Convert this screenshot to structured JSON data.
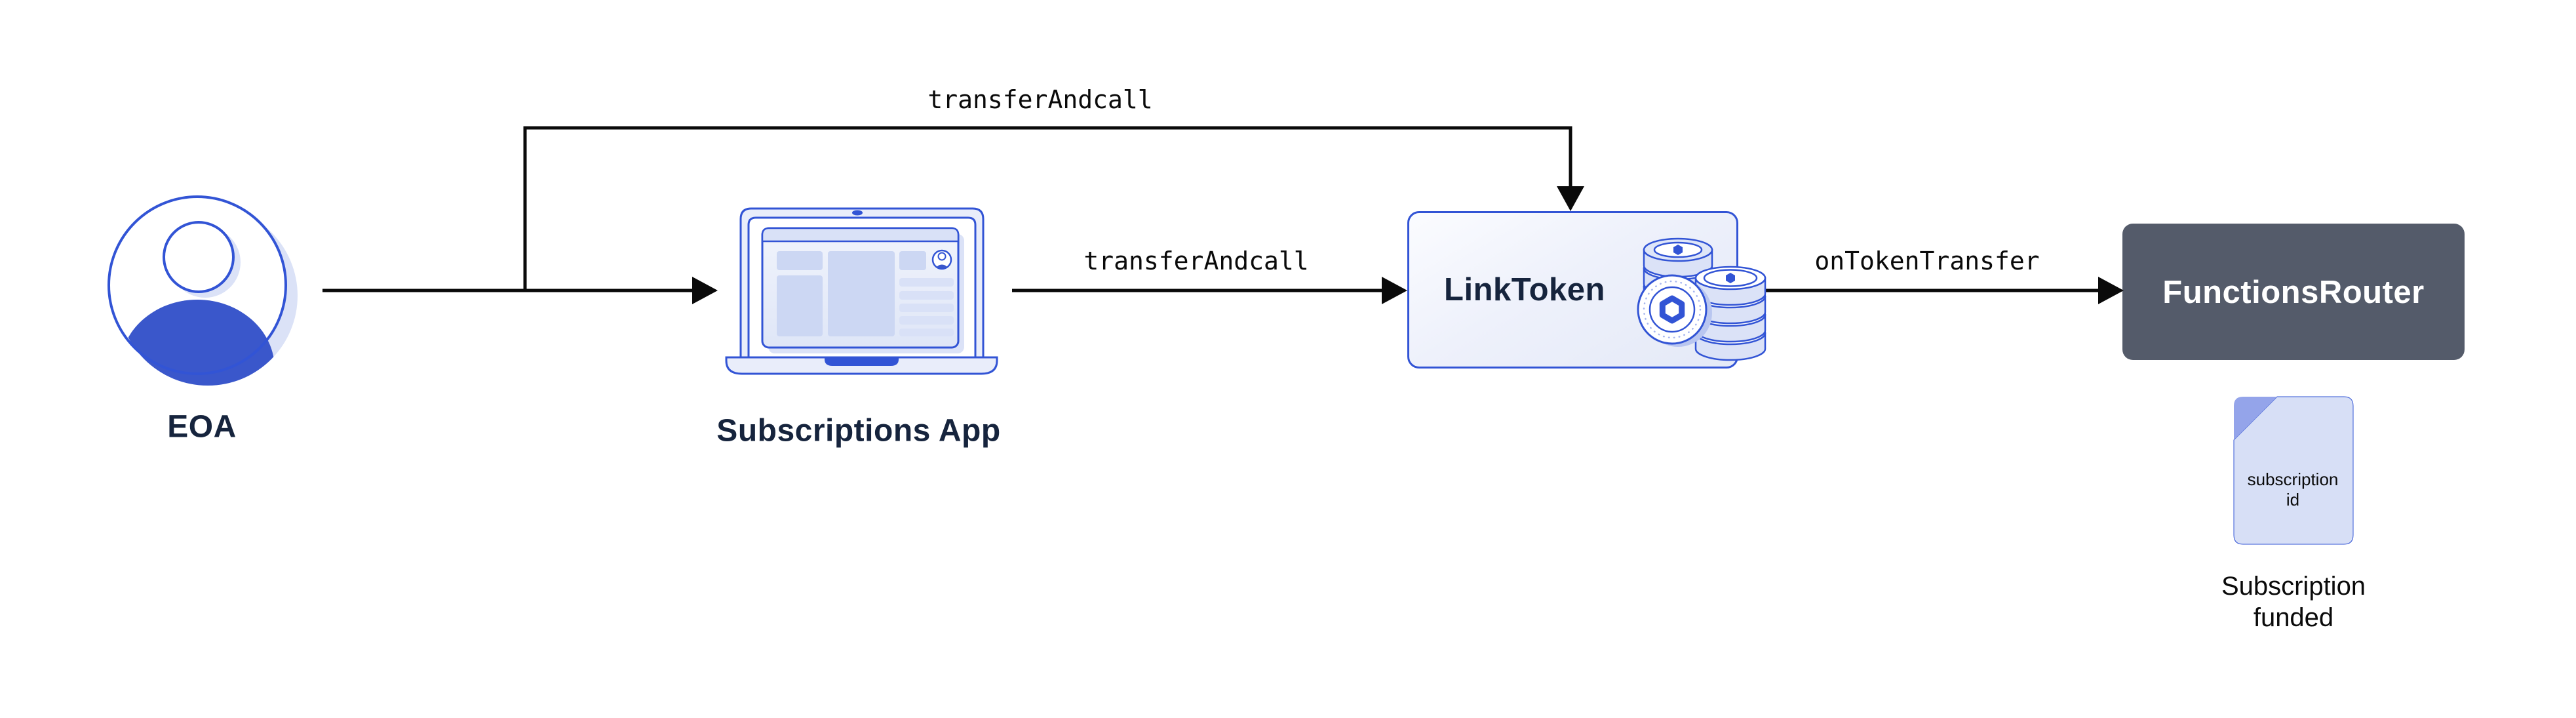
{
  "colors": {
    "blue": "#3254d5",
    "blueSolid": "#3a57cb",
    "navy": "#16243d",
    "lav": "#dbe2f7",
    "shell": "#e9edfa",
    "bar": "#d9e1f7",
    "block": "#ccd7f3",
    "slate": "#545b6a",
    "docBody": "#d7dff6",
    "docFold": "#94a4ea",
    "ink": "#0a0a0a",
    "white": "#ffffff"
  },
  "diagram": {
    "nodes": [
      {
        "id": "eoa",
        "label": "EOA",
        "icon": "person-avatar-icon"
      },
      {
        "id": "subscriptions-app",
        "label": "Subscriptions App",
        "icon": "laptop-icon"
      },
      {
        "id": "link-token",
        "label": "LinkToken",
        "icon": "coin-stack-icon"
      },
      {
        "id": "functions-router",
        "label": "FunctionsRouter",
        "icon": null
      }
    ],
    "edges": [
      {
        "from": "eoa",
        "to": "link-token",
        "label": "transferAndcall"
      },
      {
        "from": "eoa",
        "to": "subscriptions-app",
        "label": ""
      },
      {
        "from": "subscriptions-app",
        "to": "link-token",
        "label": "transferAndcall"
      },
      {
        "from": "link-token",
        "to": "functions-router",
        "label": "onTokenTransfer"
      }
    ],
    "artifact": {
      "doc_line1": "subscription",
      "doc_line2": "id",
      "caption_line1": "Subscription",
      "caption_line2": "funded"
    }
  }
}
